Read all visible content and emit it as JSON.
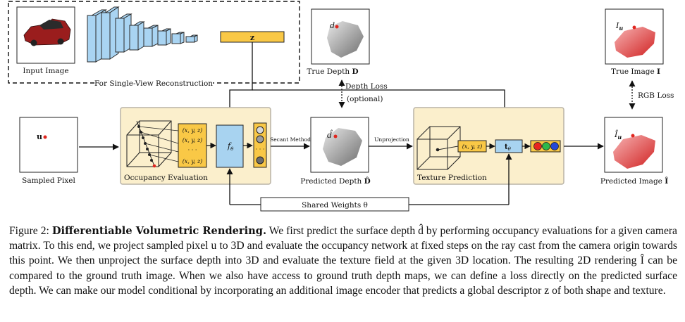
{
  "figure": {
    "labels": {
      "input_image": "Input Image",
      "single_view": "For Single-View Reconstruction",
      "z": "z",
      "true_depth": "True Depth",
      "true_depth_sym": "D",
      "depth_loss": "Depth Loss",
      "optional": "(optional)",
      "true_image": "True Image",
      "true_image_sym": "I",
      "rgb_loss": "RGB Loss",
      "sampled_pixel": "Sampled Pixel",
      "u": "u",
      "occupancy_eval": "Occupancy Evaluation",
      "f_theta": "f",
      "theta_sub": "θ",
      "secant": "Secant Method",
      "predicted_depth": "Predicted Depth",
      "predicted_depth_sym": "D̂",
      "d_hat": "d̂",
      "d": "d",
      "unprojection": "Unprojection",
      "texture_pred": "Texture Prediction",
      "t_theta": "t",
      "predicted_image": "Predicted Image",
      "predicted_image_sym": "Î",
      "I_u": "I",
      "I_u_sub": "u",
      "I_hat_u": "Î",
      "shared_weights": "Shared Weights θ",
      "xyz": "(x, y, z)",
      "dots": "· · ·"
    },
    "colors": {
      "encoder_blue": "#a9d4f2",
      "encoder_stroke": "#2a2a2a",
      "z_yellow": "#f9c846",
      "panel_fill": "#fbefcc",
      "panel_stroke": "#b9b3a6",
      "f_blue": "#a8d3f0",
      "point_red": "#e0261f",
      "rgb_red": "#e8261f",
      "rgb_green": "#2db84a",
      "rgb_blue": "#2447d6"
    }
  },
  "caption": {
    "prefix": "Figure 2:",
    "title": "Differentiable Volumetric Rendering.",
    "text": "We first predict the surface depth d̂ by performing occupancy evaluations for a given camera matrix. To this end, we project sampled pixel u to 3D and evaluate the occupancy network at fixed steps on the ray cast from the camera origin towards this point. We then unproject the surface depth into 3D and evaluate the texture field at the given 3D location. The resulting 2D rendering Î can be compared to the ground truth image. When we also have access to ground truth depth maps, we can define a loss directly on the predicted surface depth. We can make our model conditional by incorporating an additional image encoder that predicts a global descriptor z of both shape and texture."
  }
}
